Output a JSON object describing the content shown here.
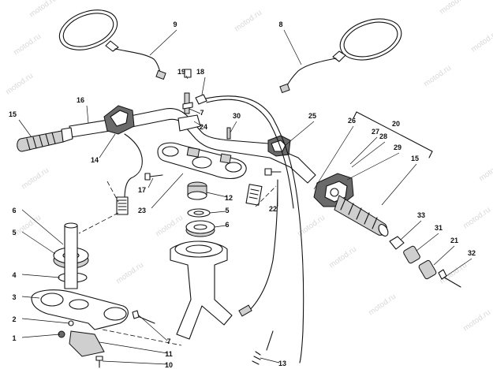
{
  "watermark": "motod.ru",
  "callouts": [
    {
      "id": "c1",
      "text": "1"
    },
    {
      "id": "c2",
      "text": "2"
    },
    {
      "id": "c3",
      "text": "3"
    },
    {
      "id": "c4",
      "text": "4"
    },
    {
      "id": "c5a",
      "text": "5"
    },
    {
      "id": "c5b",
      "text": "5"
    },
    {
      "id": "c6a",
      "text": "6"
    },
    {
      "id": "c6b",
      "text": "6"
    },
    {
      "id": "c7a",
      "text": "7"
    },
    {
      "id": "c7b",
      "text": "7"
    },
    {
      "id": "c8",
      "text": "8"
    },
    {
      "id": "c9",
      "text": "9"
    },
    {
      "id": "c10",
      "text": "10"
    },
    {
      "id": "c11",
      "text": "11"
    },
    {
      "id": "c12",
      "text": "12"
    },
    {
      "id": "c13",
      "text": "13"
    },
    {
      "id": "c14",
      "text": "14"
    },
    {
      "id": "c15a",
      "text": "15"
    },
    {
      "id": "c15b",
      "text": "15"
    },
    {
      "id": "c16",
      "text": "16"
    },
    {
      "id": "c17",
      "text": "17"
    },
    {
      "id": "c18",
      "text": "18"
    },
    {
      "id": "c19",
      "text": "19"
    },
    {
      "id": "c20",
      "text": "20"
    },
    {
      "id": "c21",
      "text": "21"
    },
    {
      "id": "c22",
      "text": "22"
    },
    {
      "id": "c23",
      "text": "23"
    },
    {
      "id": "c24",
      "text": "24"
    },
    {
      "id": "c25",
      "text": "25"
    },
    {
      "id": "c26",
      "text": "26"
    },
    {
      "id": "c27",
      "text": "27"
    },
    {
      "id": "c28",
      "text": "28"
    },
    {
      "id": "c29",
      "text": "29"
    },
    {
      "id": "c30",
      "text": "30"
    },
    {
      "id": "c31",
      "text": "31"
    },
    {
      "id": "c32",
      "text": "32"
    },
    {
      "id": "c33",
      "text": "33"
    }
  ]
}
